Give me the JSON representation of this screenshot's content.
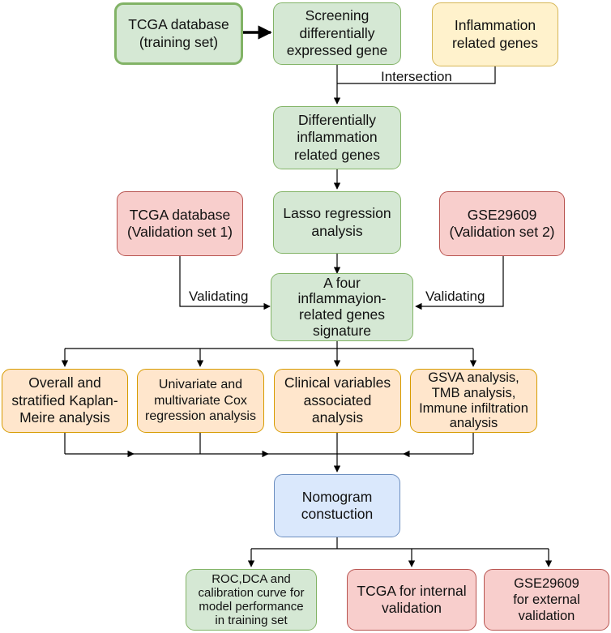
{
  "nodes": {
    "tcga_training": "TCGA database\n(training set)",
    "screening": "Screening\ndifferentially\nexpressed gene",
    "inflammation_genes": "Inflammation\nrelated genes",
    "diff_inflammation": "Differentially\ninflammation\nrelated genes",
    "tcga_validation1": "TCGA database\n(Validation set 1)",
    "lasso": "Lasso regression\nanalysis",
    "gse_validation2": "GSE29609\n(Validation set 2)",
    "signature": "A four\ninflammayion-\nrelated genes\nsignature",
    "km_analysis": "Overall and\nstratified Kaplan-\nMeire analysis",
    "cox_analysis": "Univariate and\nmultivariate Cox\nregression analysis",
    "clinical_analysis": "Clinical variables\nassociated\nanalysis",
    "gsva_analysis": "GSVA analysis,\nTMB analysis,\nImmune infiltration\nanalysis",
    "nomogram": "Nomogram\nconstuction",
    "roc_dca": "ROC,DCA and\ncalibration curve for\nmodel performance\nin training set",
    "tcga_internal": "TCGA for internal\nvalidation",
    "gse_external": "GSE29609\nfor external validation"
  },
  "edge_labels": {
    "intersection": "Intersection",
    "validating_left": "Validating",
    "validating_right": "Validating"
  },
  "colors": {
    "green_fill": "#d5e8d4",
    "green_stroke": "#82b366",
    "yellow_fill": "#fff2cc",
    "yellow_stroke": "#d6b656",
    "red_fill": "#f8cecc",
    "red_stroke": "#b85450",
    "orange_fill": "#ffe6cc",
    "orange_stroke": "#d79b00",
    "blue_fill": "#dae8fc",
    "blue_stroke": "#6c8ebf",
    "line": "#000000"
  }
}
